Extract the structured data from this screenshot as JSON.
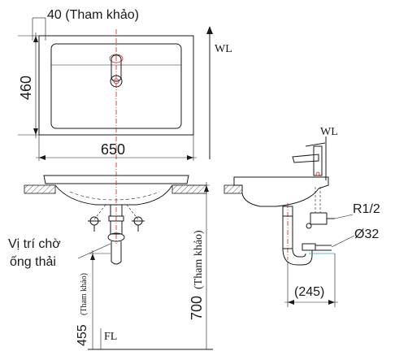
{
  "top_view": {
    "overflow_note": "40 (Tham khảo)",
    "depth": "460",
    "width": "650",
    "wall_label": "WL"
  },
  "front_view": {
    "drain_label_line1": "Vị trí chờ",
    "drain_label_line2": "ống thải",
    "height_total": "700",
    "height_total_ref": "(Tham khảo)",
    "drain_height": "455",
    "drain_height_ref": "(Tham khảo)",
    "floor_label": "FL"
  },
  "side_view": {
    "wall_label": "WL",
    "supply_thread": "R1/2",
    "drain_diameter": "Ø32",
    "trap_offset": "(245)"
  },
  "colors": {
    "line": "#1a1a1a",
    "centerline": "#d02020",
    "water": "#2aa0c8"
  }
}
